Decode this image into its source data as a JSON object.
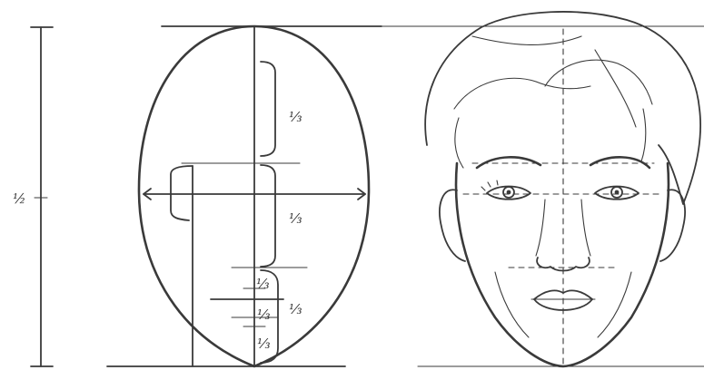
{
  "labels": {
    "total_height": "½",
    "upper_third": "⅓",
    "middle_third": "⅓",
    "lower_third": "⅓",
    "lower_sub_top": "⅓",
    "lower_sub_mid": "⅓",
    "lower_sub_bottom": "⅓"
  },
  "colors": {
    "ink": "#3a3a3a",
    "background": "#ffffff"
  }
}
